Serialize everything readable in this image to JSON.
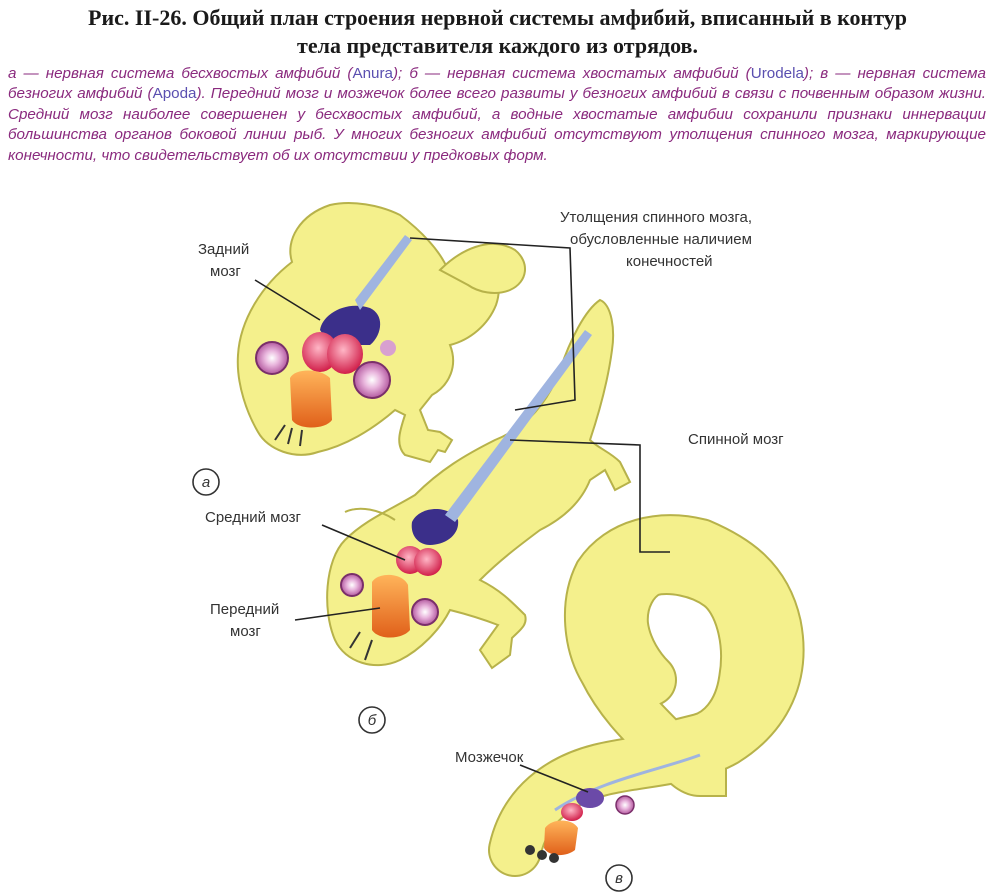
{
  "title_line1": "Рис. II-26. Общий план строения нервной системы амфибий, вписанный в контур",
  "title_line2": "тела представителя каждого из отрядов.",
  "caption": {
    "p1": "а — нервная система бесхвостых амфибий (",
    "anura": "Anura",
    "p2": "); б — нервная система хвостатых амфибий (",
    "urodela": "Urodela",
    "p3": "); в — нервная система безногих амфибий (",
    "apoda": "Apoda",
    "p4": "). Передний мозг и мозжечок более всего развиты у безногих амфибий в связи с почвенным образом жизни. Средний мозг наиболее совершенен у бесхвостых амфибий, а водные хвостатые амфибии сохранили признаки иннервации большинства органов боковой линии рыб. У многих безногих амфибий отсутствуют утолщения спинного мозга, маркирующие конечности, что свидетельствует об их отсутствии у предковых форм."
  },
  "labels": {
    "hindbrain_1": "Задний",
    "hindbrain_2": "мозг",
    "thickening_1": "Утолщения спинного мозга,",
    "thickening_2": "обусловленные наличием",
    "thickening_3": "конечностей",
    "spinal_cord": "Спинной мозг",
    "midbrain": "Средний мозг",
    "forebrain_1": "Передний",
    "forebrain_2": "мозг",
    "cerebellum": "Мозжечок"
  },
  "markers": {
    "a": "а",
    "b": "б",
    "c": "в"
  },
  "colors": {
    "body": "#f4f08c",
    "body_outline": "#b7b24a",
    "hindbrain": "#3b2f8a",
    "midbrain": "#e8325a",
    "forebrain": "#f08a2a",
    "eye": "#c77ab8",
    "nerve": "#9fb4e0",
    "caption": "#8a2a7e"
  }
}
